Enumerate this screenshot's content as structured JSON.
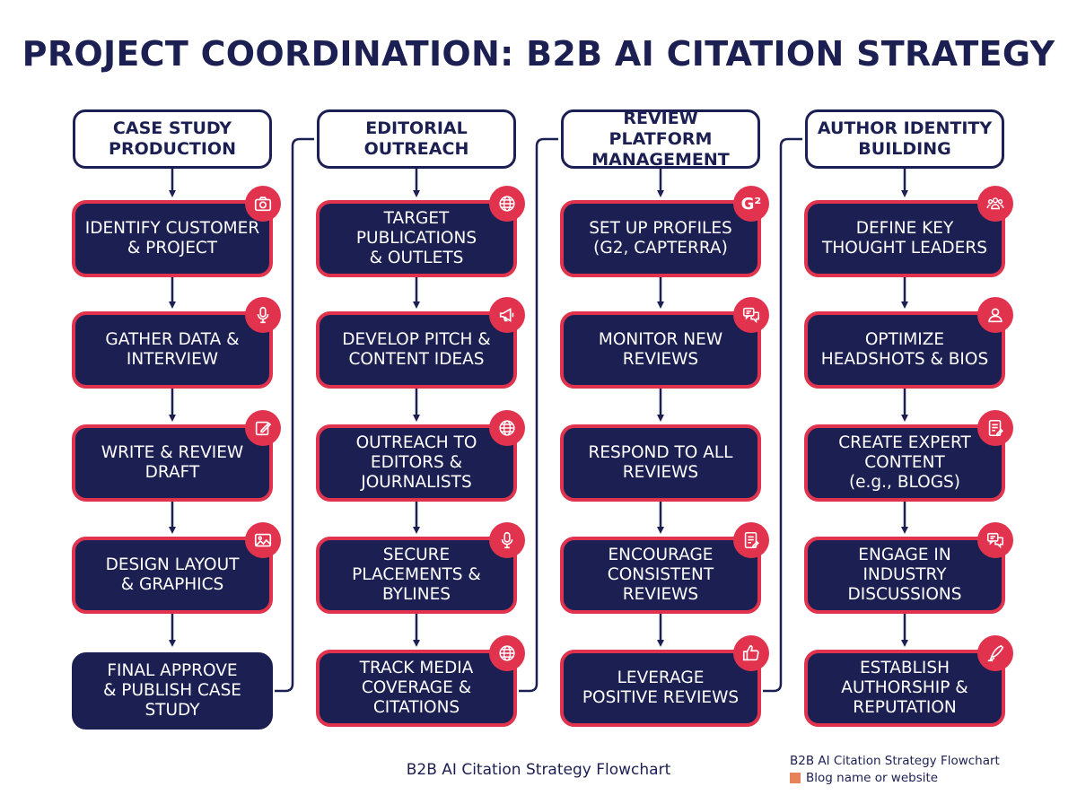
{
  "title": "PROJECT COORDINATION: B2B AI CITATION STRATEGY",
  "colors": {
    "navy": "#1c1f52",
    "red": "#e2334e"
  },
  "columns": [
    {
      "header": "CASE STUDY\nPRODUCTION",
      "steps": [
        {
          "label": "IDENTIFY CUSTOMER\n& PROJECT",
          "icon": "camera-icon"
        },
        {
          "label": "GATHER DATA &\nINTERVIEW",
          "icon": "microphone-icon"
        },
        {
          "label": "WRITE & REVIEW\nDRAFT",
          "icon": "edit-icon"
        },
        {
          "label": "DESIGN LAYOUT\n& GRAPHICS",
          "icon": "image-icon"
        },
        {
          "label": "FINAL APPROVE\n& PUBLISH CASE\nSTUDY",
          "icon": ""
        }
      ]
    },
    {
      "header": "EDITORIAL\nOUTREACH",
      "steps": [
        {
          "label": "TARGET\nPUBLICATIONS\n& OUTLETS",
          "icon": "globe-icon"
        },
        {
          "label": "DEVELOP PITCH &\nCONTENT IDEAS",
          "icon": "megaphone-icon"
        },
        {
          "label": "OUTREACH TO\nEDITORS &\nJOURNALISTS",
          "icon": "globe-icon"
        },
        {
          "label": "SECURE\nPLACEMENTS &\nBYLINES",
          "icon": "microphone-icon"
        },
        {
          "label": "TRACK MEDIA\nCOVERAGE &\nCITATIONS",
          "icon": "globe-icon"
        }
      ]
    },
    {
      "header": "REVIEW PLATFORM\nMANAGEMENT",
      "steps": [
        {
          "label": "SET UP PROFILES\n(G2, CAPTERRA)",
          "icon": "g2-logo-icon",
          "icon_text": "G²"
        },
        {
          "label": "MONITOR NEW\nREVIEWS",
          "icon": "chat-icon"
        },
        {
          "label": "RESPOND TO ALL\nREVIEWS",
          "icon": ""
        },
        {
          "label": "ENCOURAGE\nCONSISTENT\nREVIEWS",
          "icon": "document-icon"
        },
        {
          "label": "LEVERAGE\nPOSITIVE REVIEWS",
          "icon": "thumbs-up-icon"
        }
      ]
    },
    {
      "header": "AUTHOR IDENTITY\nBUILDING",
      "steps": [
        {
          "label": "DEFINE KEY\nTHOUGHT LEADERS",
          "icon": "group-icon"
        },
        {
          "label": "OPTIMIZE\nHEADSHOTS & BIOS",
          "icon": "user-icon"
        },
        {
          "label": "CREATE EXPERT\nCONTENT\n(e.g., BLOGS)",
          "icon": "document-icon"
        },
        {
          "label": "ENGAGE IN\nINDUSTRY\nDISCUSSIONS",
          "icon": "chat-icon"
        },
        {
          "label": "ESTABLISH\nAUTHORSHIP &\nREPUTATION",
          "icon": "pen-icon"
        }
      ]
    }
  ],
  "footer": {
    "center": "B2B AI Citation Strategy Flowchart",
    "right_title": "B2B AI Citation Strategy Flowchart",
    "right_subtitle": "Blog name or website"
  }
}
